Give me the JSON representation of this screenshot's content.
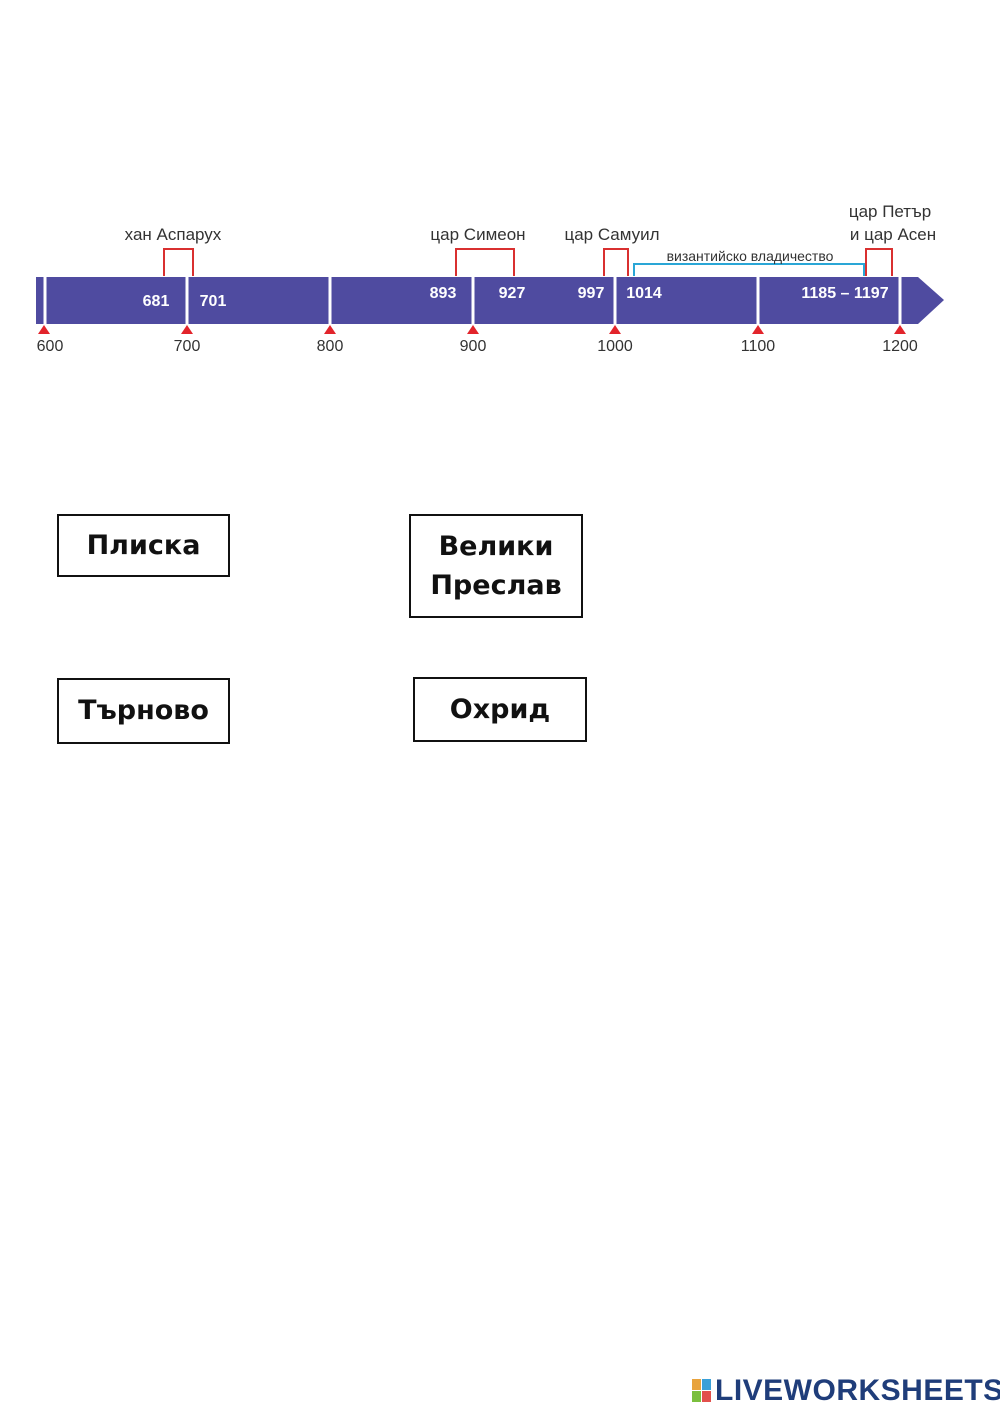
{
  "timeline": {
    "axis_labels": [
      "600",
      "700",
      "800",
      "900",
      "1000",
      "1100",
      "1200"
    ],
    "year_labels": [
      "681",
      "701",
      "893",
      "927",
      "997",
      "1014",
      "1185 – 1197"
    ],
    "rulers": {
      "asparuh": "хан Аспарух",
      "simeon": "цар Симеон",
      "samuil": "цар Самуил",
      "petar_line1": "цар Петър",
      "petar_line2": "и цар Асен"
    },
    "byzantine": "византийско владичество",
    "colors": {
      "band": "#4f4ba0",
      "bracket": "#d93030",
      "byzantine_bracket": "#2aa6d6",
      "tick": "#e2242b"
    }
  },
  "cards": {
    "pliska": "Плиска",
    "preslav_line1": "Велики",
    "preslav_line2": "Преслав",
    "tarnovo": "Търново",
    "ohrid": "Охрид"
  },
  "footer": {
    "logo_text": "LIVEWORKSHEETS",
    "logo_icon": "liveworksheets-logo-icon"
  }
}
